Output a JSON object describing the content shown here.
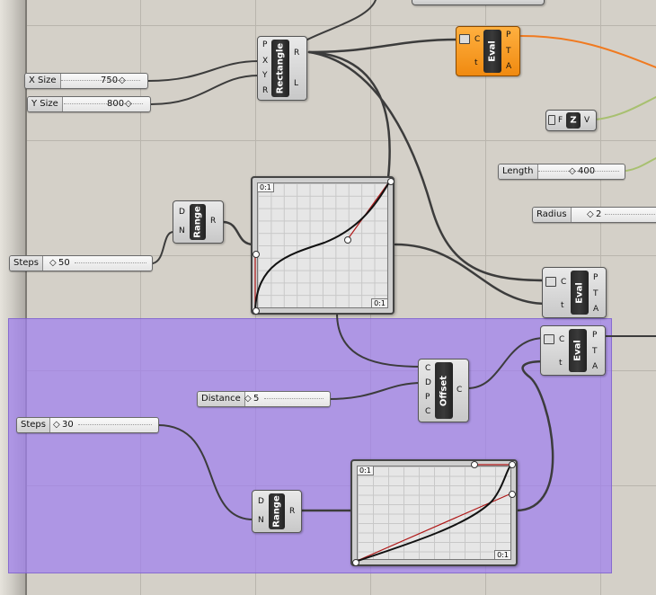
{
  "canvas": {
    "background": "#d4d0c8",
    "group_color": "#a080ee"
  },
  "sliders": {
    "x_size": {
      "label": "X Size",
      "value": "750"
    },
    "y_size": {
      "label": "Y Size",
      "value": "800"
    },
    "steps_top": {
      "label": "Steps",
      "value": "50"
    },
    "length": {
      "label": "Length",
      "value": "400"
    },
    "radius": {
      "label": "Radius",
      "value": "2"
    },
    "distance": {
      "label": "Distance",
      "value": "5"
    },
    "steps_bottom": {
      "label": "Steps",
      "value": "30"
    }
  },
  "components": {
    "rectangle": {
      "name": "Rectangle",
      "inputs": [
        "P",
        "X",
        "Y",
        "R"
      ],
      "outputs": [
        "R",
        "L"
      ]
    },
    "eval_top": {
      "name": "Eval",
      "inputs": [
        "C",
        "t"
      ],
      "outputs": [
        "P",
        "T",
        "A"
      ]
    },
    "zcomp": {
      "name": "Z",
      "inputs": [
        "F"
      ],
      "outputs": [
        "V"
      ]
    },
    "range_top": {
      "name": "Range",
      "inputs": [
        "D",
        "N"
      ],
      "outputs": [
        "R"
      ]
    },
    "eval_mid": {
      "name": "Eval",
      "inputs": [
        "C",
        "t"
      ],
      "outputs": [
        "P",
        "T",
        "A"
      ]
    },
    "offset": {
      "name": "Offset",
      "inputs": [
        "C",
        "D",
        "P",
        "C"
      ],
      "outputs": [
        "C"
      ]
    },
    "eval_group": {
      "name": "Eval",
      "inputs": [
        "C",
        "t"
      ],
      "outputs": [
        "P",
        "T",
        "A"
      ]
    },
    "range_bottom": {
      "name": "Range",
      "inputs": [
        "D",
        "N"
      ],
      "outputs": [
        "R"
      ]
    }
  },
  "graphs": {
    "top": {
      "tl": "0:1",
      "br": "0:1"
    },
    "bottom": {
      "tl": "0:1",
      "br": "0:1"
    }
  },
  "colors": {
    "wire": "#3c3c3c",
    "wire_orange": "#f07a20",
    "wire_green": "#a8c070",
    "graph_red": "#b01818",
    "eval_orange": "#f59a20"
  }
}
